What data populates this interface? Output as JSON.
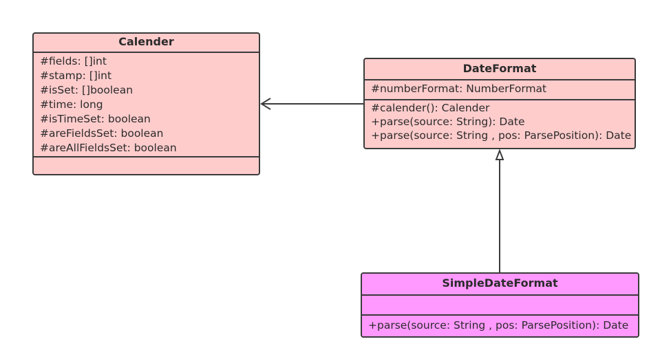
{
  "classes": {
    "calender": {
      "name": "Calender",
      "fields": [
        "#fields: []int",
        "#stamp: []int",
        "#isSet: []boolean",
        "#time: long",
        "#isTimeSet: boolean",
        "#areFieldsSet: boolean",
        "#areAllFieldsSet: boolean"
      ],
      "methods": []
    },
    "dateformat": {
      "name": "DateFormat",
      "fields": [
        "#numberFormat: NumberFormat"
      ],
      "methods": [
        "#calender(): Calender",
        "+parse(source: String): Date",
        "+parse(source: String , pos: ParsePosition): Date"
      ]
    },
    "simpledateformat": {
      "name": "SimpleDateFormat",
      "fields": [],
      "methods": [
        "+parse(source: String , pos: ParsePosition): Date"
      ]
    }
  },
  "relations": [
    {
      "from": "DateFormat",
      "to": "Calender",
      "type": "association"
    },
    {
      "from": "SimpleDateFormat",
      "to": "DateFormat",
      "type": "generalization"
    }
  ],
  "colors": {
    "base_class": "#ffcccc",
    "subclass": "#ff99ff",
    "border": "#3a3a3a"
  }
}
